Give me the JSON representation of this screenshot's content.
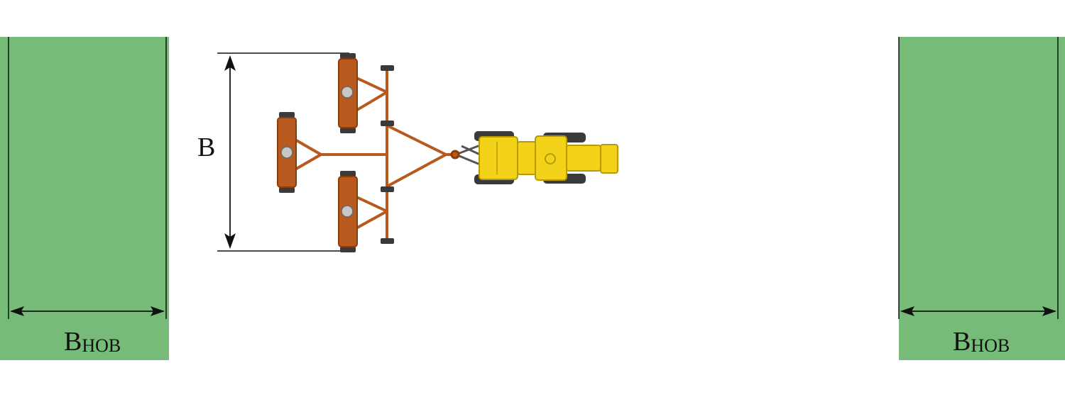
{
  "labels": {
    "width_main": "B",
    "headland_left_main": "B",
    "headland_left_sub": "HOB",
    "headland_right_main": "B",
    "headland_right_sub": "HOB"
  },
  "colors": {
    "headland": "#77bb79",
    "implement": "#b85a1d",
    "implement_dark": "#8a3d0c",
    "tractor": "#f3d21a",
    "tractor_dark": "#b79a08",
    "tire": "#3a3a3a",
    "dimension_line": "#111111"
  }
}
